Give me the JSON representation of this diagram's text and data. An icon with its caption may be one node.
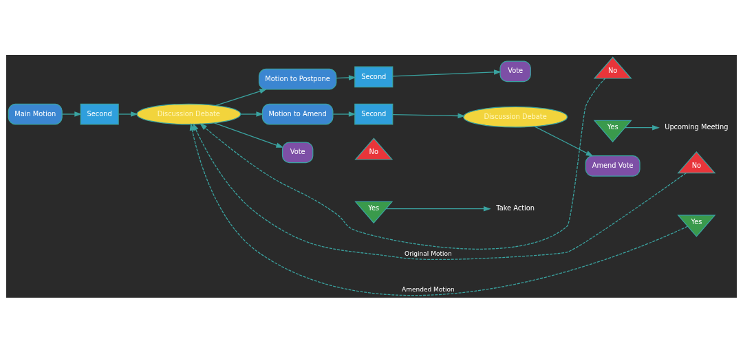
{
  "diagram": {
    "nodes": [
      {
        "text": [
          "Main Motion"
        ]
      },
      {
        "text": [
          "Second"
        ]
      },
      {
        "text": [
          "Discussion Debate"
        ]
      },
      {
        "text": [
          "Motion to Postpone"
        ]
      },
      {
        "text": [
          "Second"
        ]
      },
      {
        "text": [
          "Vote"
        ]
      },
      {
        "text": [
          "No"
        ]
      },
      {
        "text": [
          "Yes"
        ]
      },
      {
        "text": [
          "Upcoming Meeting"
        ]
      },
      {
        "text": [
          "Motion to Amend"
        ]
      },
      {
        "text": [
          "Second"
        ]
      },
      {
        "text": [
          "Discussion Debate"
        ]
      },
      {
        "text": [
          "Amend Vote"
        ]
      },
      {
        "text": [
          "No"
        ]
      },
      {
        "text": [
          "Yes"
        ]
      },
      {
        "text": [
          "Vote"
        ]
      },
      {
        "text": [
          "No"
        ]
      },
      {
        "text": [
          "Yes"
        ]
      },
      {
        "text": [
          "Take Action"
        ]
      }
    ],
    "edges": [
      {
        "from": 0,
        "to": 1,
        "arrow": "to"
      },
      {
        "from": 1,
        "to": 2,
        "arrow": "to"
      },
      {
        "from": 2,
        "to": 3,
        "arrow": "to"
      },
      {
        "from": 3,
        "to": 4,
        "arrow": "to"
      },
      {
        "from": 4,
        "to": 5,
        "arrow": "to"
      },
      {
        "from": 6,
        "to": 2,
        "arrow": "to",
        "style": "dashed"
      },
      {
        "from": 7,
        "to": 8,
        "arrow": "to"
      },
      {
        "from": 2,
        "to": 9,
        "arrow": "to"
      },
      {
        "from": 9,
        "to": 10,
        "arrow": "to"
      },
      {
        "from": 10,
        "to": 11,
        "arrow": "to"
      },
      {
        "from": 11,
        "to": 12,
        "arrow": "to"
      },
      {
        "from": 13,
        "to": 2,
        "arrow": "to",
        "style": "dashed",
        "label": "Original Motion"
      },
      {
        "from": 14,
        "to": 2,
        "arrow": "to",
        "style": "dashed",
        "label": "Amended Motion"
      },
      {
        "from": 2,
        "to": 15,
        "arrow": "to"
      },
      {
        "from": 17,
        "to": 18,
        "arrow": "to"
      }
    ]
  }
}
